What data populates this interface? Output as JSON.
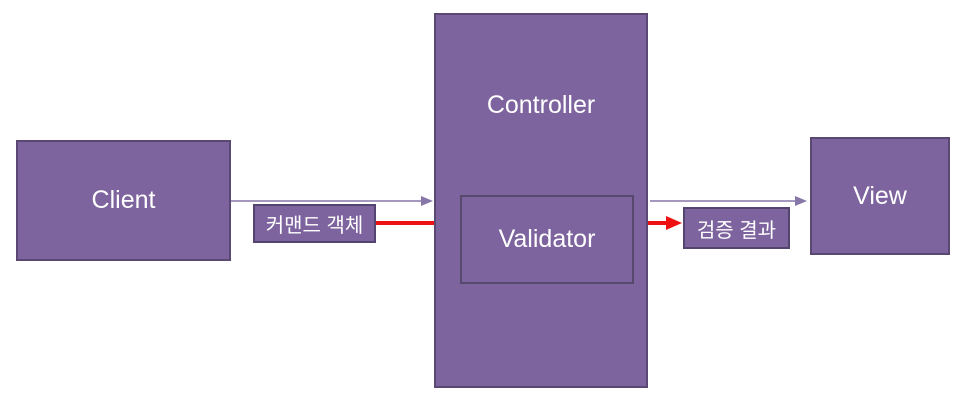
{
  "colors": {
    "box-fill": "#7E649E",
    "box-border": "#5A4873",
    "validator-border": "#57496B",
    "label-border": "#53456F",
    "connector": "#8677A8",
    "red-arrow": "#EE1111",
    "text": "#FFFFFF",
    "background": "#FFFFFF"
  },
  "nodes": {
    "client": {
      "label": "Client"
    },
    "controller": {
      "label": "Controller"
    },
    "validator": {
      "label": "Validator"
    },
    "view": {
      "label": "View"
    },
    "command_object": {
      "label": "커맨드 객체"
    },
    "validation_result": {
      "label": "검증 결과"
    }
  },
  "edges": [
    {
      "from": "Client",
      "to": "Controller",
      "style": "thin-purple-arrow"
    },
    {
      "from": "Controller",
      "to": "View",
      "style": "thin-purple-arrow"
    },
    {
      "from": "커맨드 객체",
      "to": "Validator",
      "style": "thick-red-arrow"
    },
    {
      "from": "Validator",
      "to": "검증 결과",
      "style": "thick-red-arrow"
    }
  ]
}
